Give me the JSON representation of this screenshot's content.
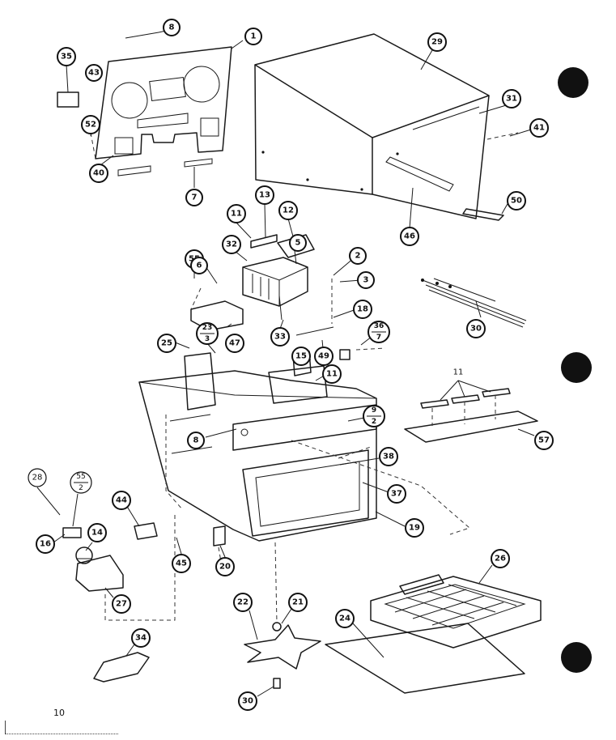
{
  "page": {
    "number": "10"
  },
  "callouts": {
    "c1": "1",
    "c8a": "8",
    "c29": "29",
    "c35": "35",
    "c43": "43",
    "c31": "31",
    "c41": "41",
    "c52": "52",
    "c40": "40",
    "c7": "7",
    "c46": "46",
    "c50": "50",
    "c13": "13",
    "c11a": "11",
    "c12": "12",
    "c32": "32",
    "c5": "5",
    "c55": "55",
    "c6": "6",
    "c2": "2",
    "c3": "3",
    "c18": "18",
    "c30a": "30",
    "c25": "25",
    "c23_3_top": "23",
    "c23_3_bot": "3",
    "c47": "47",
    "c33": "33",
    "c36_7_top": "36",
    "c36_7_bot": "7",
    "c15": "15",
    "c49": "49",
    "c11b": "11",
    "c11c": "11",
    "c9_2_top": "9",
    "c9_2_bot": "2",
    "c57": "57",
    "c8b": "8",
    "c38": "38",
    "c28": "28",
    "c55_2_top": "55",
    "c55_2_bot": "2",
    "c44": "44",
    "c16": "16",
    "c14": "14",
    "c37": "37",
    "c19": "19",
    "c45": "45",
    "c20": "20",
    "c26": "26",
    "c27": "27",
    "c22": "22",
    "c21": "21",
    "c24": "24",
    "c34": "34",
    "c30b": "30"
  },
  "colors": {
    "ink": "#111111",
    "paper": "#ffffff"
  }
}
